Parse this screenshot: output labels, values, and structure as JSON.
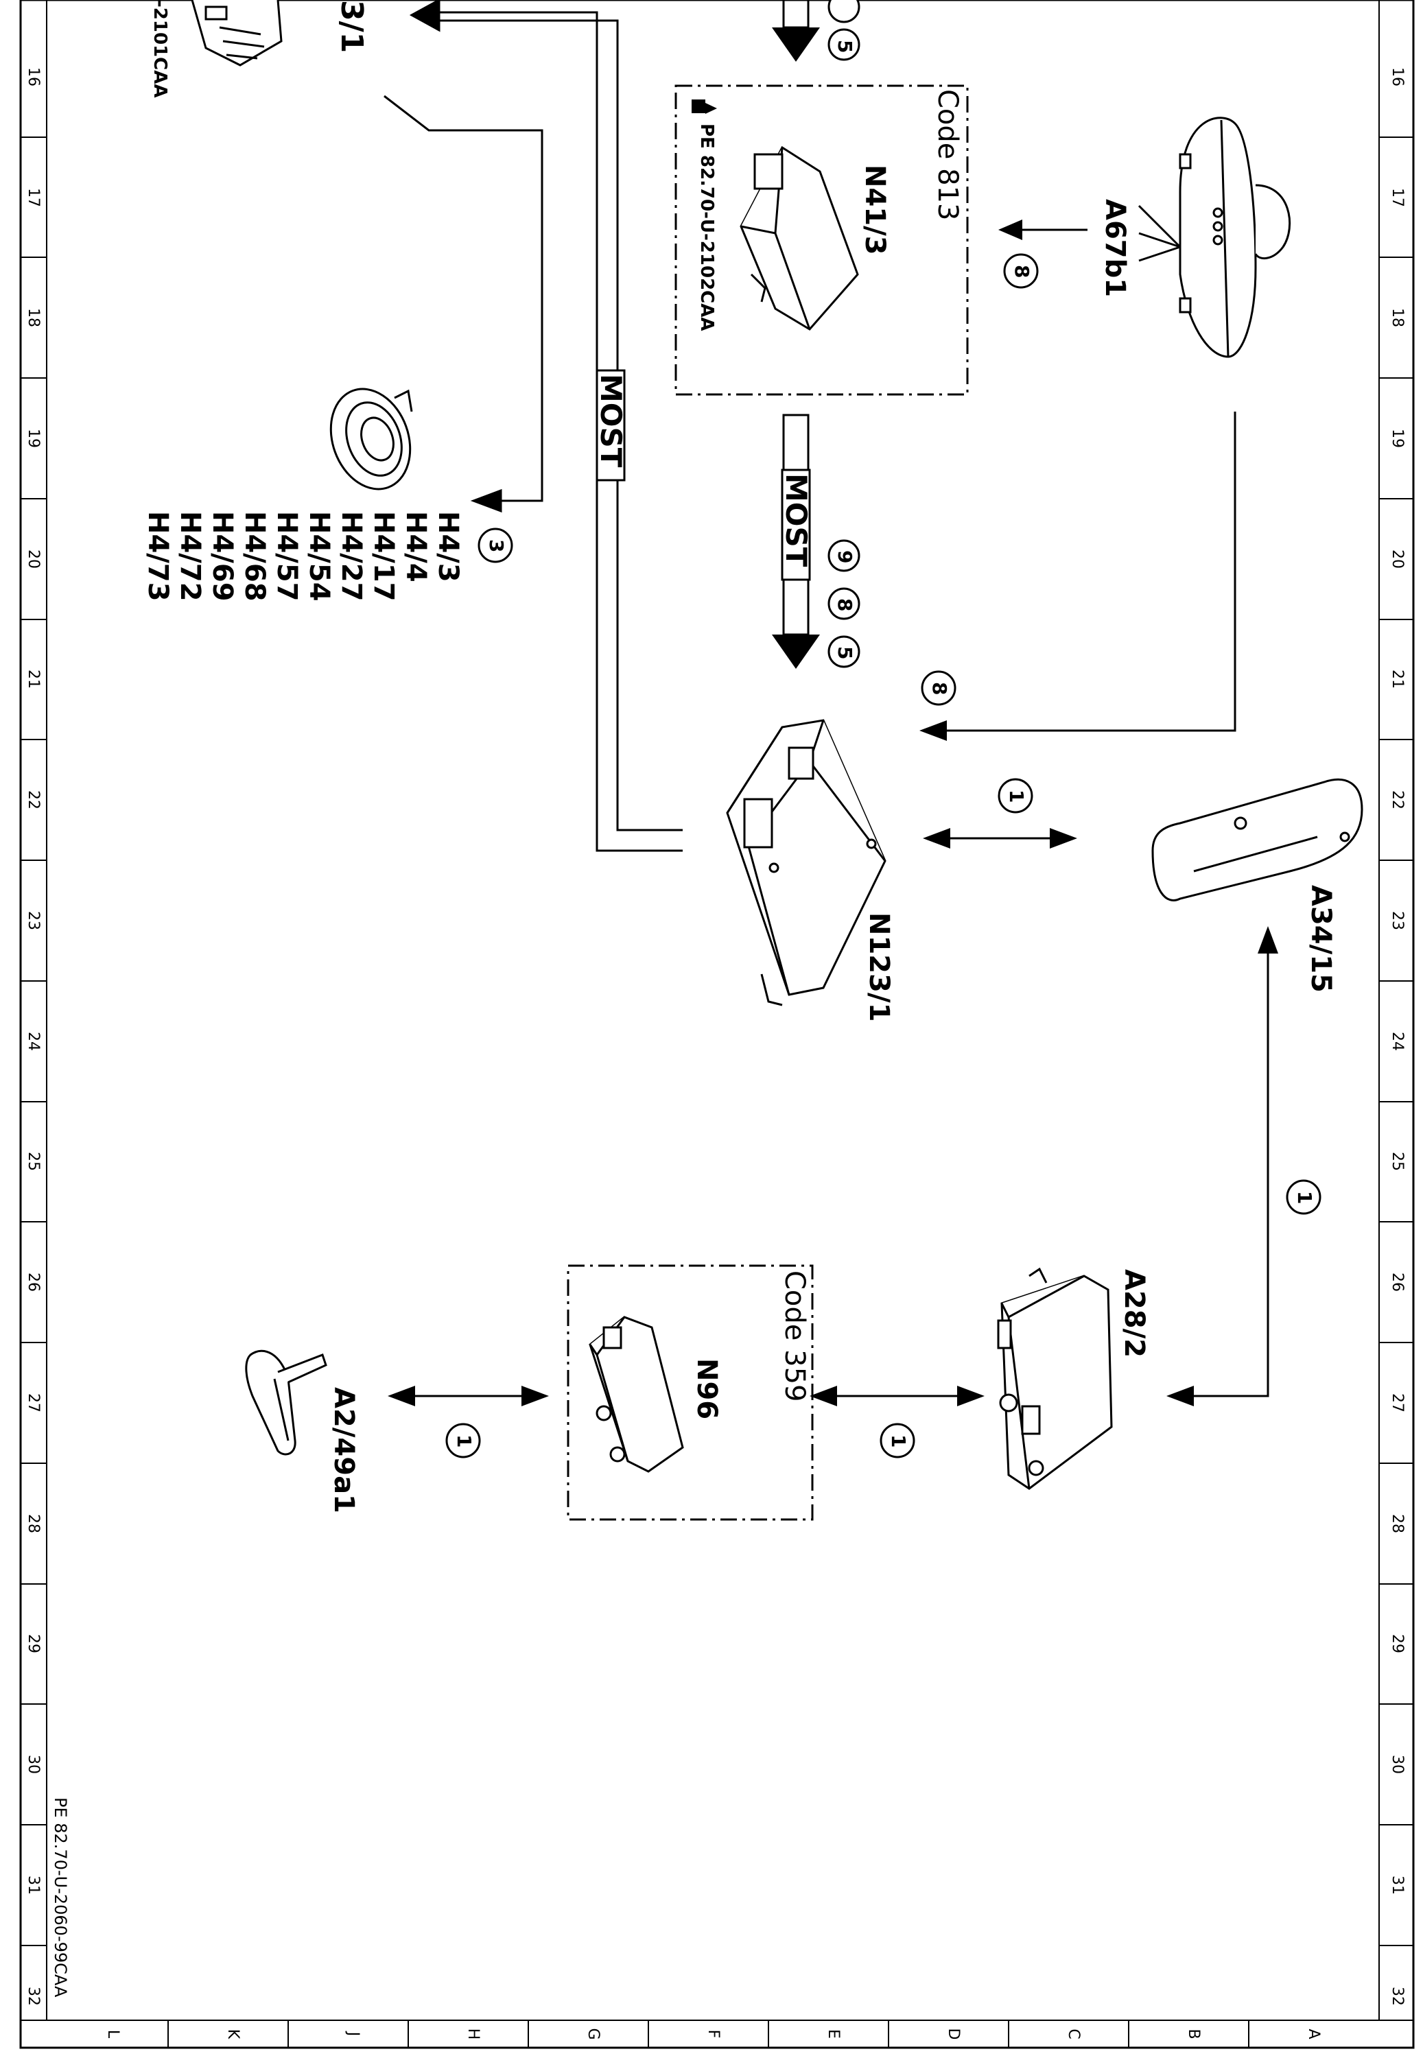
{
  "grid": {
    "rows": [
      "16",
      "17",
      "18",
      "19",
      "20",
      "21",
      "22",
      "23",
      "24",
      "25",
      "26",
      "27",
      "28",
      "29",
      "30",
      "31",
      "32"
    ],
    "columns": [
      "L",
      "K",
      "J",
      "H",
      "G",
      "F",
      "E",
      "D",
      "C",
      "B",
      "A"
    ]
  },
  "footer_ref": "PE 82.70-U-2060-99CAA",
  "components": {
    "n41_3": "N41/3",
    "a67b1": "A67b1",
    "n123_1": "N123/1",
    "a34_15": "A34/15",
    "a28_2": "A28/2",
    "n96": "N96",
    "a2_49a1": "A2/49a1",
    "top_left_partial": "3/1"
  },
  "code_boxes": {
    "code_813": "Code 813",
    "code_359": "Code 359"
  },
  "document_refs": {
    "n41_3_ref": "PE 82.70-U-2102CAA",
    "top_left_ref": "-2101CAA"
  },
  "bus_labels": {
    "most_1": "MOST",
    "most_2": "MOST"
  },
  "speakers": [
    "H4/3",
    "H4/4",
    "H4/17",
    "H4/27",
    "H4/54",
    "H4/57",
    "H4/68",
    "H4/69",
    "H4/72",
    "H4/73"
  ],
  "circled_numbers": {
    "top_arrow": "5",
    "speaker_group": "3",
    "a67b1_to_n41": "8",
    "most_arrow_a": "9",
    "most_arrow_b": "8",
    "most_arrow_c": "5",
    "a67b1_to_n123": "8",
    "n123_a34": "1",
    "a34_a28": "1",
    "a28_n96": "1",
    "n96_a2": "1"
  }
}
